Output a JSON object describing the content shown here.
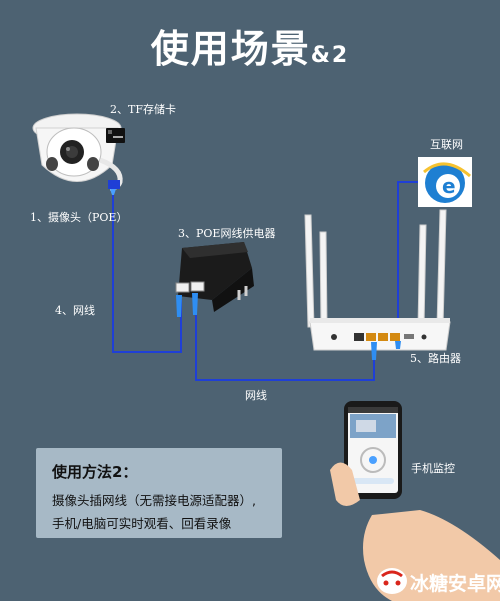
{
  "title": {
    "main": "使用场景",
    "suffix": "&2"
  },
  "labels": {
    "tf_card": "2、TF存储卡",
    "camera": "1、摄像头（POE）",
    "poe_supply": "3、POE网线供电器",
    "cable_1": "4、网线",
    "internet": "互联网",
    "router": "5、路由器",
    "cable_2": "网线",
    "phone": "手机监控"
  },
  "info": {
    "title": "使用方法2：",
    "line1": "摄像头插网线（无需接电源适配器）,",
    "line2": "手机/电脑可实时观看、回看录像"
  },
  "watermark": {
    "text": "冰糖安卓网"
  },
  "colors": {
    "background": "#4d6272",
    "cable": "#1f3fd6",
    "info_box": "#a7b9c6",
    "ie_blue": "#1e7fd2"
  }
}
